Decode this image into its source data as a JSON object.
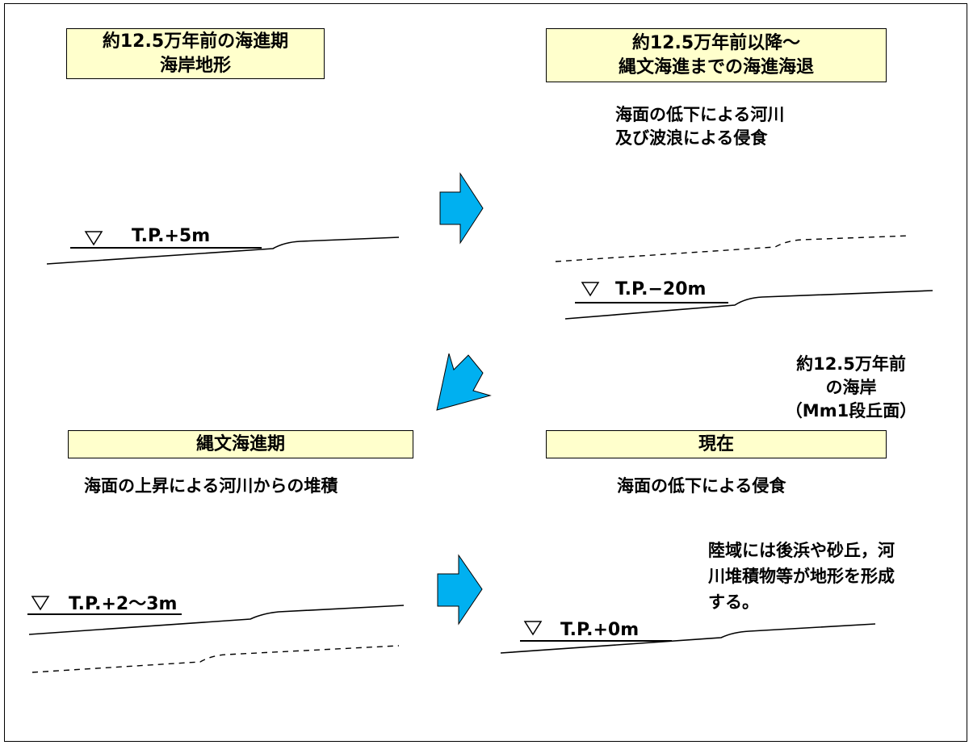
{
  "panels": {
    "top_left": {
      "title_lines": [
        "約12.5万年前の海進期",
        "海岸地形"
      ],
      "water_level": "T.P.+5m"
    },
    "top_right": {
      "title_lines": [
        "約12.5万年前以降～",
        "縄文海進までの海進海退"
      ],
      "note_lines": [
        "海面の低下による河川",
        "及び波浪による侵食"
      ],
      "water_level": "T.P.−20m"
    },
    "bottom_left": {
      "title": "縄文海進期",
      "note": "海面の上昇による河川からの堆積",
      "water_level": "T.P.+2～3m"
    },
    "bottom_right": {
      "title": "現在",
      "note": "海面の低下による侵食",
      "marker_lines": [
        "約12.5万年前",
        "の海岸",
        "（Mm1段丘面）"
      ],
      "land_note_lines": [
        "陸域には後浜や砂丘，河",
        "川堆積物等が地形を形成",
        "する。"
      ],
      "water_level": "T.P.+0m"
    }
  },
  "colors": {
    "title_box_fill": "#ffffcc",
    "arrow_fill": "#00b0f0",
    "line": "#000000"
  },
  "icons": {
    "water_level_marker": "down-triangle-outline",
    "flow_arrow": "block-arrow"
  }
}
